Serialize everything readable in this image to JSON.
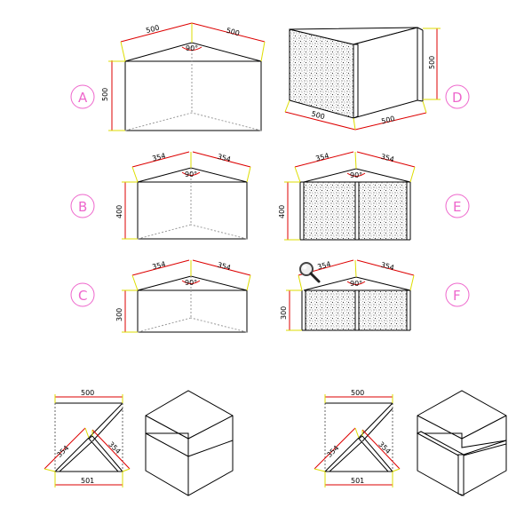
{
  "colors": {
    "dimension_line": "#dd0000",
    "extension_line": "#dddd00",
    "label_circle": "#ee66cc",
    "outline": "#000000",
    "hidden_line": "#999999",
    "texture": "#555555"
  },
  "labels": {
    "a": "A",
    "b": "B",
    "c": "C",
    "d": "D",
    "e": "E",
    "f": "F"
  },
  "dims": {
    "a_left": "500",
    "a_right": "500",
    "a_height": "500",
    "a_angle": "90°",
    "d_left": "500",
    "d_right": "500",
    "d_height": "500",
    "b_left": "354",
    "b_right": "354",
    "b_height": "400",
    "b_angle": "90°",
    "e_left": "354",
    "e_right": "354",
    "e_height": "400",
    "e_angle": "90°",
    "c_left": "354",
    "c_right": "354",
    "c_height": "300",
    "c_angle": "90°",
    "f_left": "354",
    "f_right": "354",
    "f_height": "300",
    "f_angle": "90°",
    "plan1_top": "500",
    "plan1_diag_left": "354",
    "plan1_diag_right": "354",
    "plan1_bottom": "501",
    "plan2_top": "500",
    "plan2_diag_left": "354",
    "plan2_diag_right": "354",
    "plan2_bottom": "501"
  },
  "icons": {
    "zoom": "magnifier-icon"
  }
}
